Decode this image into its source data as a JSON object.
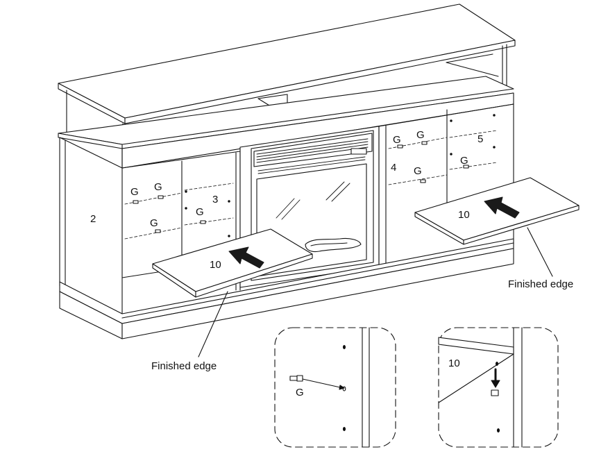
{
  "labels": {
    "part_2": "2",
    "part_3": "3",
    "part_4": "4",
    "part_5": "5",
    "shelf_left": "10",
    "shelf_right": "10",
    "hw_g": "G",
    "finished_edge_left": "Finished edge",
    "finished_edge_right": "Finished edge",
    "detail_g": "G",
    "detail_10": "10"
  },
  "colors": {
    "line": "#111111",
    "fill": "#ffffff",
    "arrow": "#1a1a1a"
  }
}
